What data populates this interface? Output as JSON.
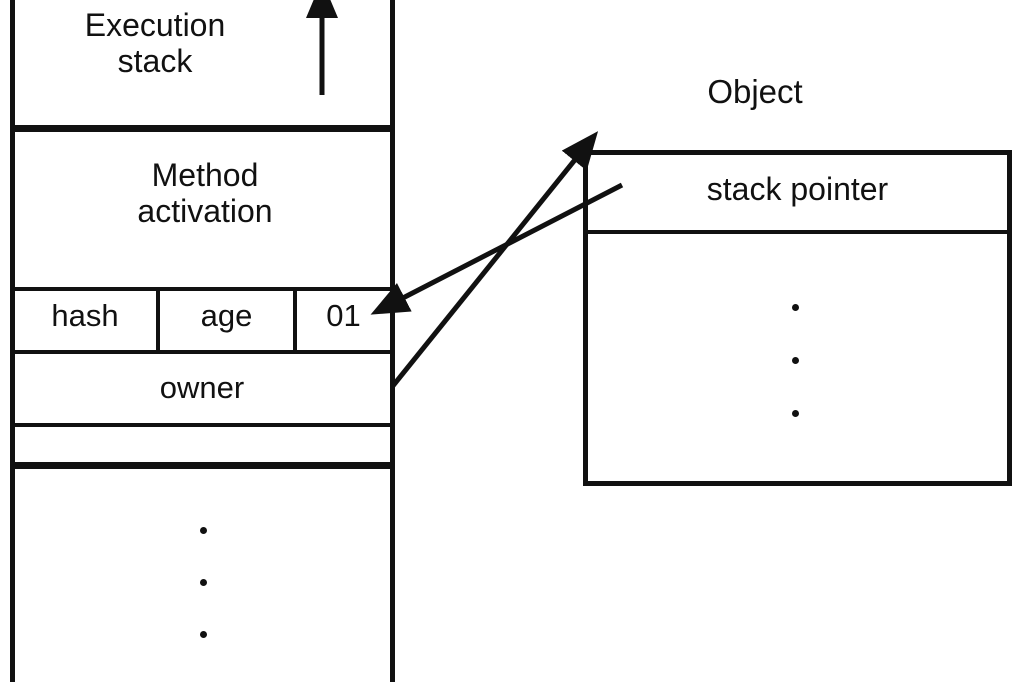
{
  "diagram": {
    "title_left": "Execution\nstack",
    "title_right": "Object",
    "stack": {
      "frame_label": "Method\nactivation",
      "header_cells": [
        "hash",
        "age",
        "01"
      ],
      "owner_label": "owner",
      "empty_slot_label": "",
      "continuation_dots": 3
    },
    "object": {
      "field_label": "stack pointer",
      "body_dots": 3
    },
    "arrows": [
      {
        "name": "owner-to-object",
        "from": "owner-row-right-edge",
        "to": "object-box-top-left-corner",
        "direction": "up-right"
      },
      {
        "name": "stack-pointer-to-frame",
        "from": "stack-pointer-cell",
        "to": "hash-age-01-row-right-edge",
        "direction": "down-left"
      },
      {
        "name": "stack-growth",
        "from": "execution-stack-top",
        "to": "upward",
        "direction": "up"
      }
    ],
    "colors": {
      "ink": "#111111",
      "background": "#ffffff"
    }
  }
}
